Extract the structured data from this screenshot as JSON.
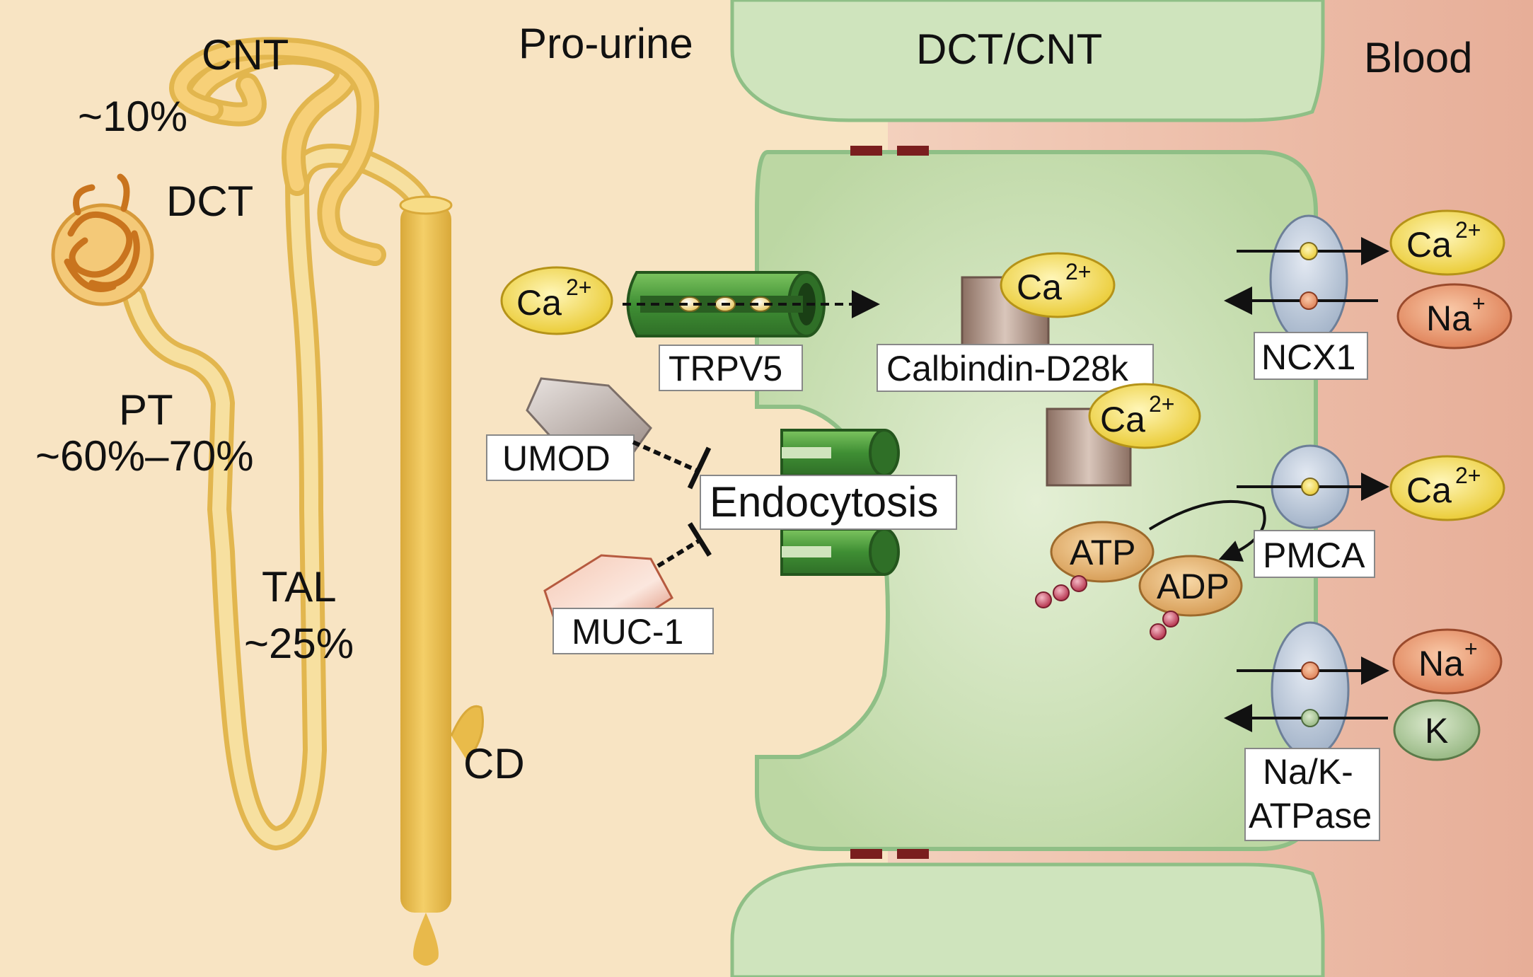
{
  "headers": {
    "prourine": "Pro-urine",
    "dct_cnt": "DCT/CNT",
    "blood": "Blood"
  },
  "nephron": {
    "cnt": "CNT",
    "cnt_pct": "~10%",
    "dct": "DCT",
    "pt": "PT",
    "pt_pct": "~60%–70%",
    "tal": "TAL",
    "tal_pct": "~25%",
    "cd": "CD"
  },
  "luminal": {
    "ca_base": "Ca",
    "ca_charge": "2+",
    "trpv5": "TRPV5",
    "umod": "UMOD",
    "muc1": "MUC-1",
    "endocytosis": "Endocytosis"
  },
  "intracellular": {
    "calbindin": "Calbindin-D28k",
    "ca1_base": "Ca",
    "ca1_charge": "2+",
    "ca2_base": "Ca",
    "ca2_charge": "2+",
    "atp": "ATP",
    "adp": "ADP"
  },
  "basolateral": {
    "ncx1": "NCX1",
    "ncx_ca_base": "Ca",
    "ncx_ca_charge": "2+",
    "ncx_na_base": "Na",
    "ncx_na_charge": "+",
    "pmca": "PMCA",
    "pmca_ca_base": "Ca",
    "pmca_ca_charge": "2+",
    "nak_line1": "Na/K-",
    "nak_line2": "ATPase",
    "nak_na_base": "Na",
    "nak_na_charge": "+",
    "nak_k": "K"
  },
  "colors": {
    "lumen": "#f7e3c0",
    "cell": "#c7deb0",
    "cell_border": "#7fb27f",
    "blood": "#ecb9a6",
    "ca_ion": "#f2d64e",
    "na_ion": "#e48a62",
    "k_ion": "#9fbf8c",
    "channel": "#4f9d3d",
    "nephron": "#ecc25c"
  }
}
